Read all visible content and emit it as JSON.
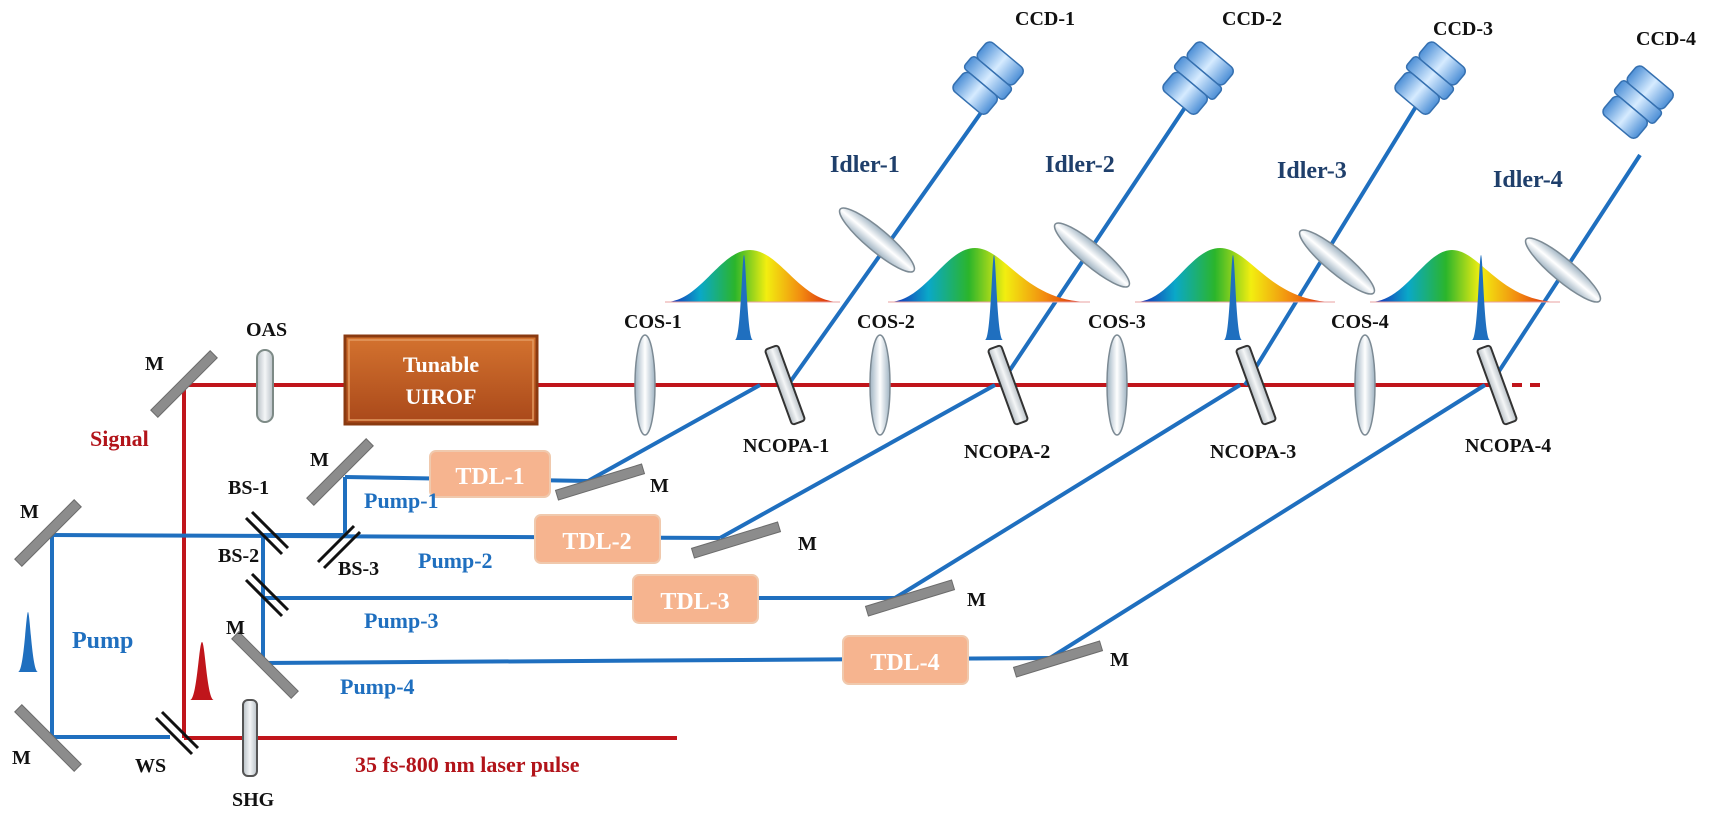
{
  "colors": {
    "signal_beam": "#c0151b",
    "pump_beam": "#1f6fbf",
    "idler_beam": "#1f6fbf",
    "signal_text": "#b2141a",
    "pump_text": "#1f6fbf",
    "idler_text": "#1f3f6b",
    "tdl_fill": "#f6b48f",
    "uirof_fill": "#c65d1e",
    "mirror": "#8c8c8c",
    "ccd": "#7fb4e8"
  },
  "labels": {
    "signal": "Signal",
    "pump": "Pump",
    "laser": "35 fs-800 nm laser pulse",
    "oas": "OAS",
    "uirof_line1": "Tunable",
    "uirof_line2": "UIROF",
    "ws": "WS",
    "shg": "SHG",
    "bs1": "BS-1",
    "bs2": "BS-2",
    "bs3": "BS-3",
    "mirror": "M"
  },
  "stages": [
    {
      "cos": "COS-1",
      "ncopa": "NCOPA-1",
      "idler": "Idler-1",
      "ccd": "CCD-1",
      "tdl": "TDL-1",
      "pump": "Pump-1"
    },
    {
      "cos": "COS-2",
      "ncopa": "NCOPA-2",
      "idler": "Idler-2",
      "ccd": "CCD-2",
      "tdl": "TDL-2",
      "pump": "Pump-2"
    },
    {
      "cos": "COS-3",
      "ncopa": "NCOPA-3",
      "idler": "Idler-3",
      "ccd": "CCD-3",
      "tdl": "TDL-3",
      "pump": "Pump-3"
    },
    {
      "cos": "COS-4",
      "ncopa": "NCOPA-4",
      "idler": "Idler-4",
      "ccd": "CCD-4",
      "tdl": "TDL-4",
      "pump": "Pump-4"
    }
  ]
}
